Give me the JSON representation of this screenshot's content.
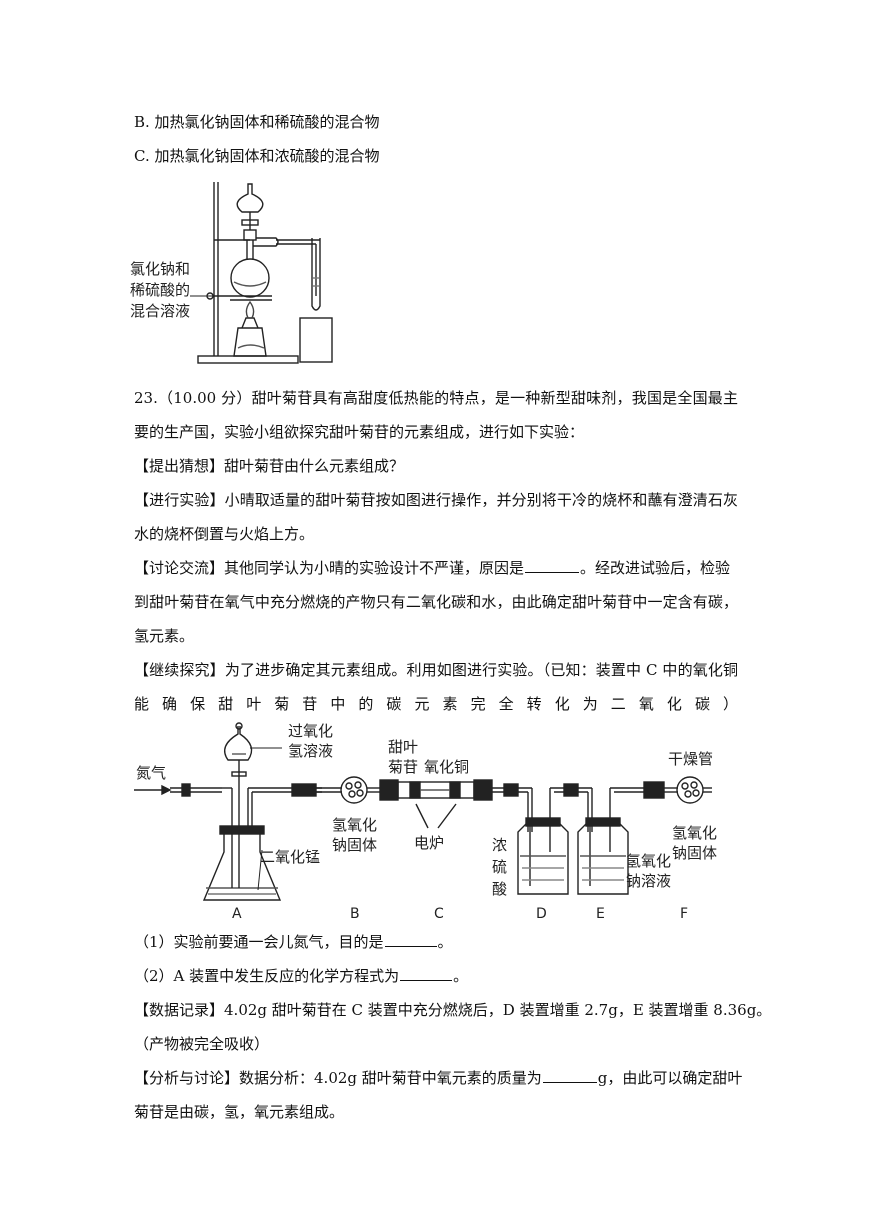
{
  "options": {
    "b": "B. 加热氯化钠固体和稀硫酸的混合物",
    "c": "C. 加热氯化钠固体和浓硫酸的混合物"
  },
  "figure1": {
    "label_line1": "氯化钠和",
    "label_line2": "稀硫酸的",
    "label_line3": "混合溶液"
  },
  "q23": {
    "intro_line1": "23.（10.00 分）甜叶菊苷具有高甜度低热能的特点，是一种新型甜味剂，我国是全国最主",
    "intro_line2": "要的生产国，实验小组欲探究甜叶菊苷的元素组成，进行如下实验：",
    "hypothesis_tag": "【提出猜想】",
    "hypothesis": "甜叶菊苷由什么元素组成？",
    "experiment_tag": "【进行实验】",
    "experiment_line1": "小晴取适量的甜叶菊苷按如图进行操作，并分别将干冷的烧杯和蘸有澄清石灰",
    "experiment_line2": "水的烧杯倒置与火焰上方。",
    "discussion_tag": "【讨论交流】",
    "discussion_a": "其他同学认为小晴的实验设计不严谨，原因是",
    "discussion_b": "。经改进试验后，检验",
    "discussion_line2": "到甜叶菊苷在氧气中充分燃烧的产物只有二氧化碳和水，由此确定甜叶菊苷中一定含有碳，",
    "discussion_line3": "氢元素。",
    "continue_tag": "【继续探究】",
    "continue_line1": "为了进步确定其元素组成。利用如图进行实验。（已知：装置中 C 中的氧化铜",
    "continue_line2": "能确保甜叶菊苷中的碳元素完全转化为二氧化碳）",
    "sub1_a": "（1）实验前要通一会儿氮气，目的是",
    "sub1_b": "。",
    "sub2_a": "（2）A 装置中发生反应的化学方程式为",
    "sub2_b": "。",
    "data_tag": "【数据记录】",
    "data_line1": "4.02g 甜叶菊苷在 C 装置中充分燃烧后，D 装置增重 2.7g，E 装置增重 8.36g。",
    "data_line2": "（产物被完全吸收）",
    "analysis_tag": "【分析与讨论】",
    "analysis_a": "数据分析：4.02g 甜叶菊苷中氧元素的质量为",
    "analysis_b": "g，由此可以确定甜叶",
    "analysis_line2": "菊苷是由碳，氢，氧元素组成。"
  },
  "figure2": {
    "nitrogen": "氮气",
    "h2o2_line1": "过氧化",
    "h2o2_line2": "氢溶液",
    "mno2": "二氧化锰",
    "stevia_line1": "甜叶",
    "stevia_line2": "菊苷",
    "cuo": "氧化铜",
    "furnace": "电炉",
    "naoh_solid_b_line1": "氢氧化",
    "naoh_solid_b_line2": "钠固体",
    "conc_h2so4_line1": "浓",
    "conc_h2so4_line2": "硫",
    "conc_h2so4_line3": "酸",
    "naoh_solution_line1": "氢氧化",
    "naoh_solution_line2": "钠溶液",
    "drying_tube": "干燥管",
    "naoh_solid_f_line1": "氢氧化",
    "naoh_solid_f_line2": "钠固体",
    "label_a": "A",
    "label_b": "B",
    "label_c": "C",
    "label_d": "D",
    "label_e": "E",
    "label_f": "F"
  }
}
